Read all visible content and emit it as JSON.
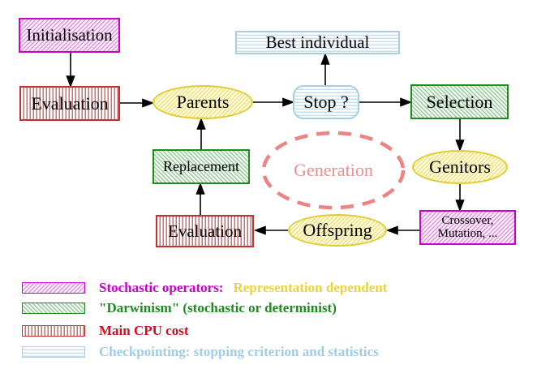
{
  "nodes": {
    "initialisation": "Initialisation",
    "evaluation_top": "Evaluation",
    "parents": "Parents",
    "best_individual": "Best individual",
    "stop": "Stop ?",
    "selection": "Selection",
    "genitors": "Genitors",
    "crossover_line1": "Crossover,",
    "crossover_line2": "Mutation, ...",
    "offspring": "Offspring",
    "evaluation_bottom": "Evaluation",
    "replacement": "Replacement",
    "generation": "Generation"
  },
  "legend": {
    "stochastic_label": "Stochastic operators:",
    "representation_label": "Representation dependent",
    "darwinism_label": "\"Darwinism\" (stochastic or determinist)",
    "cpu_label": "Main CPU cost",
    "checkpointing_label": "Checkpointing: stopping criterion and statistics"
  },
  "colors": {
    "magenta": "#cc00cc",
    "green": "#1f8b1f",
    "red": "#cc1122",
    "light_blue": "#9fcde8",
    "yellow_border": "#e0cc35",
    "gold_text": "#ecd23d",
    "salmon": "#ee8383",
    "arrow": "#000000"
  }
}
